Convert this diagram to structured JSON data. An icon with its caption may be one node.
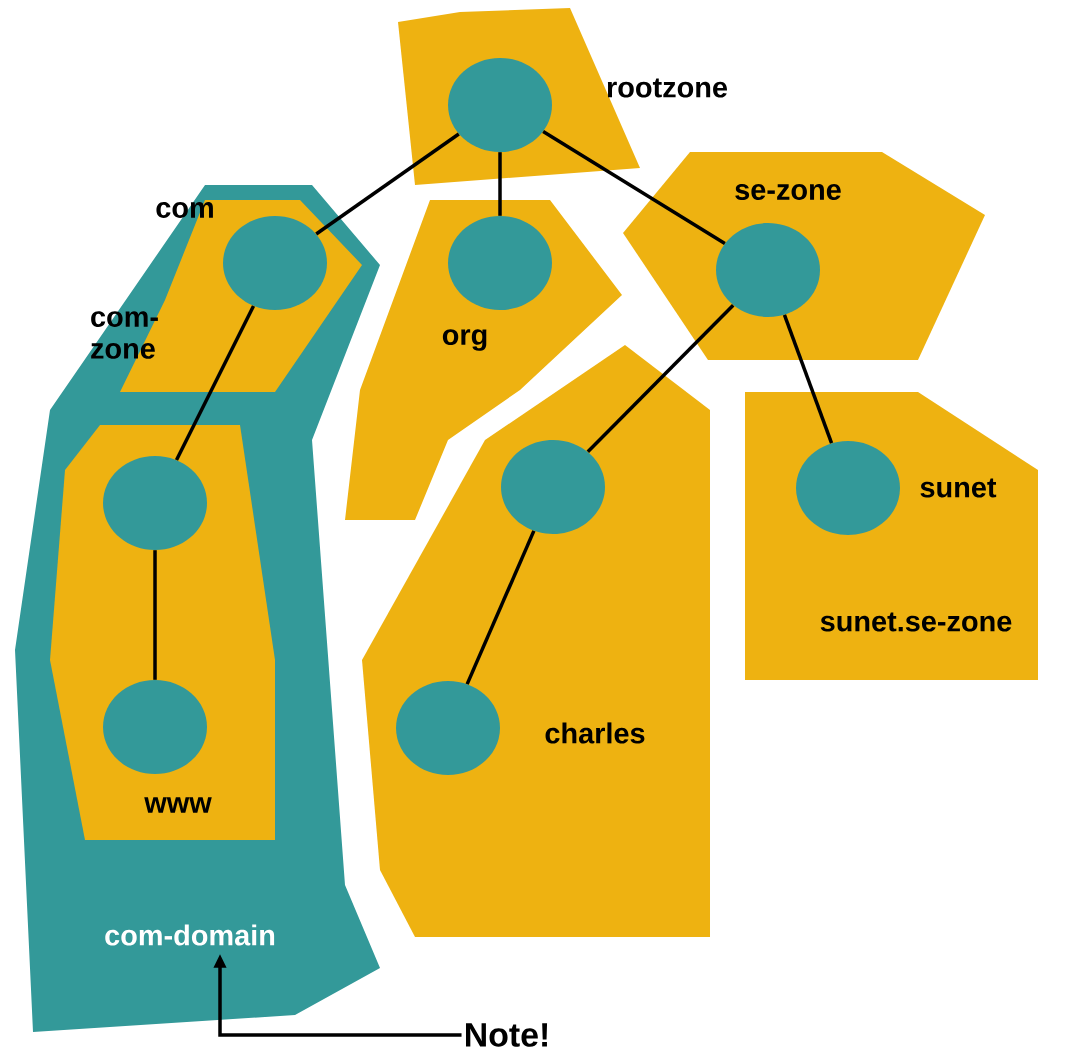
{
  "diagram": {
    "nodes": [
      {
        "text": [
          "com-domain"
        ]
      },
      {
        "text": [
          "com-zone"
        ],
        "in": 0
      },
      {
        "text": [],
        "shape": "box",
        "in": 0
      },
      {
        "text": [
          "rootzone"
        ]
      },
      {
        "text": [
          "org"
        ]
      },
      {
        "text": [
          "se-zone"
        ]
      },
      {
        "text": [],
        "shape": "box"
      },
      {
        "text": [
          "sunet.se-zone"
        ]
      },
      {
        "text": [],
        "shape": "circle",
        "in": 3
      },
      {
        "text": [],
        "shape": "circle",
        "in": 1,
        "beside": [
          "com"
        ]
      },
      {
        "text": [],
        "shape": "circle",
        "in": 4
      },
      {
        "text": [],
        "shape": "circle",
        "in": 5
      },
      {
        "text": [],
        "shape": "circle",
        "in": 2
      },
      {
        "text": [],
        "shape": "circle",
        "in": 2,
        "beside": [
          "www"
        ]
      },
      {
        "text": [],
        "shape": "circle",
        "in": 6
      },
      {
        "text": [],
        "shape": "circle",
        "in": 6,
        "beside": [
          "charles"
        ]
      },
      {
        "text": [],
        "shape": "circle",
        "in": 7,
        "beside": [
          "sunet"
        ]
      },
      {
        "text": [
          "Note!"
        ]
      }
    ],
    "edges": [
      {
        "from": 8,
        "to": 9,
        "arrow": "none"
      },
      {
        "from": 8,
        "to": 10,
        "arrow": "none"
      },
      {
        "from": 8,
        "to": 11,
        "arrow": "none"
      },
      {
        "from": 9,
        "to": 12,
        "arrow": "none"
      },
      {
        "from": 12,
        "to": 13,
        "arrow": "none"
      },
      {
        "from": 11,
        "to": 14,
        "arrow": "none"
      },
      {
        "from": 14,
        "to": 15,
        "arrow": "none"
      },
      {
        "from": 11,
        "to": 16,
        "arrow": "none"
      },
      {
        "from": 17,
        "to": 0,
        "arrow": "to"
      }
    ]
  }
}
